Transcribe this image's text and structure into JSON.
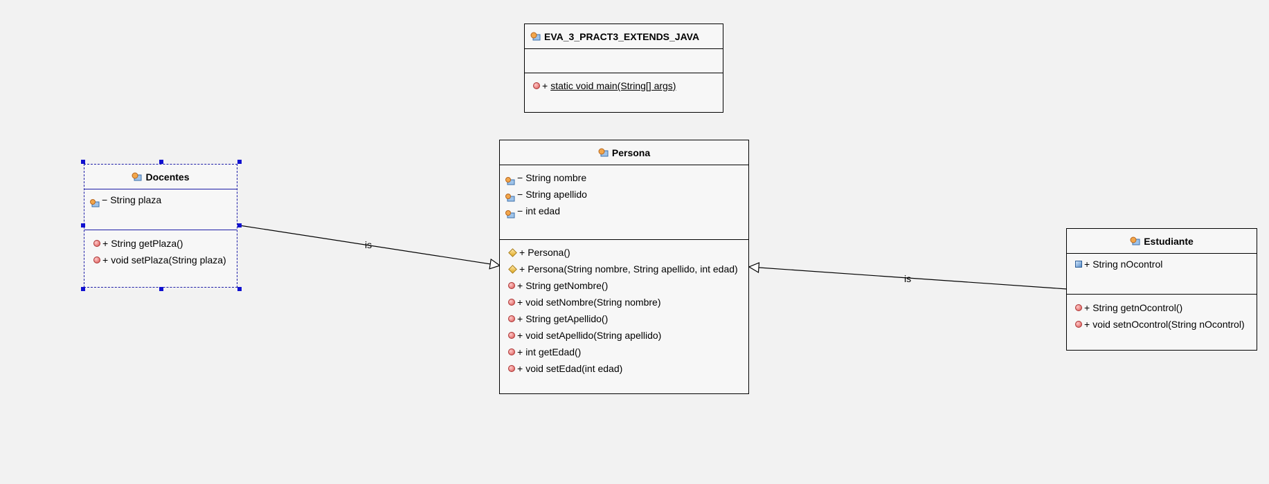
{
  "classes": {
    "main": {
      "name": "EVA_3_PRACT3_EXTENDS_JAVA",
      "methods": [
        {
          "vis": "+",
          "text": "static void main(String[] args)",
          "icon": "static-method-icon"
        }
      ]
    },
    "persona": {
      "name": "Persona",
      "attributes": [
        {
          "vis": "−",
          "text": "String nombre",
          "icon": "private-field-icon"
        },
        {
          "vis": "−",
          "text": "String apellido",
          "icon": "private-field-icon"
        },
        {
          "vis": "−",
          "text": "int edad",
          "icon": "private-field-icon"
        }
      ],
      "methods": [
        {
          "vis": "+",
          "text": "Persona()",
          "icon": "constructor-icon"
        },
        {
          "vis": "+",
          "text": "Persona(String nombre, String apellido, int edad)",
          "icon": "constructor-icon"
        },
        {
          "vis": "+",
          "text": "String getNombre()",
          "icon": "method-icon"
        },
        {
          "vis": "+",
          "text": "void setNombre(String nombre)",
          "icon": "method-icon"
        },
        {
          "vis": "+",
          "text": "String getApellido()",
          "icon": "method-icon"
        },
        {
          "vis": "+",
          "text": "void setApellido(String apellido)",
          "icon": "method-icon"
        },
        {
          "vis": "+",
          "text": "int getEdad()",
          "icon": "method-icon"
        },
        {
          "vis": "+",
          "text": "void setEdad(int edad)",
          "icon": "method-icon"
        }
      ]
    },
    "docentes": {
      "name": "Docentes",
      "attributes": [
        {
          "vis": "−",
          "text": "String plaza",
          "icon": "private-field-icon"
        }
      ],
      "methods": [
        {
          "vis": "+",
          "text": "String getPlaza()",
          "icon": "method-icon"
        },
        {
          "vis": "+",
          "text": "void setPlaza(String plaza)",
          "icon": "method-icon"
        }
      ]
    },
    "estudiante": {
      "name": "Estudiante",
      "attributes": [
        {
          "vis": "+",
          "text": "String nOcontrol",
          "icon": "public-field-icon"
        }
      ],
      "methods": [
        {
          "vis": "+",
          "text": "String getnOcontrol()",
          "icon": "method-icon"
        },
        {
          "vis": "+",
          "text": "void setnOcontrol(String nOcontrol)",
          "icon": "method-icon"
        }
      ]
    }
  },
  "relations": {
    "docentes_persona": {
      "label": "is",
      "type": "generalization"
    },
    "estudiante_persona": {
      "label": "is",
      "type": "generalization"
    }
  },
  "colors": {
    "background": "#f2f2f2",
    "class_fill": "#f7f7f7",
    "selection": "#1010d0"
  }
}
